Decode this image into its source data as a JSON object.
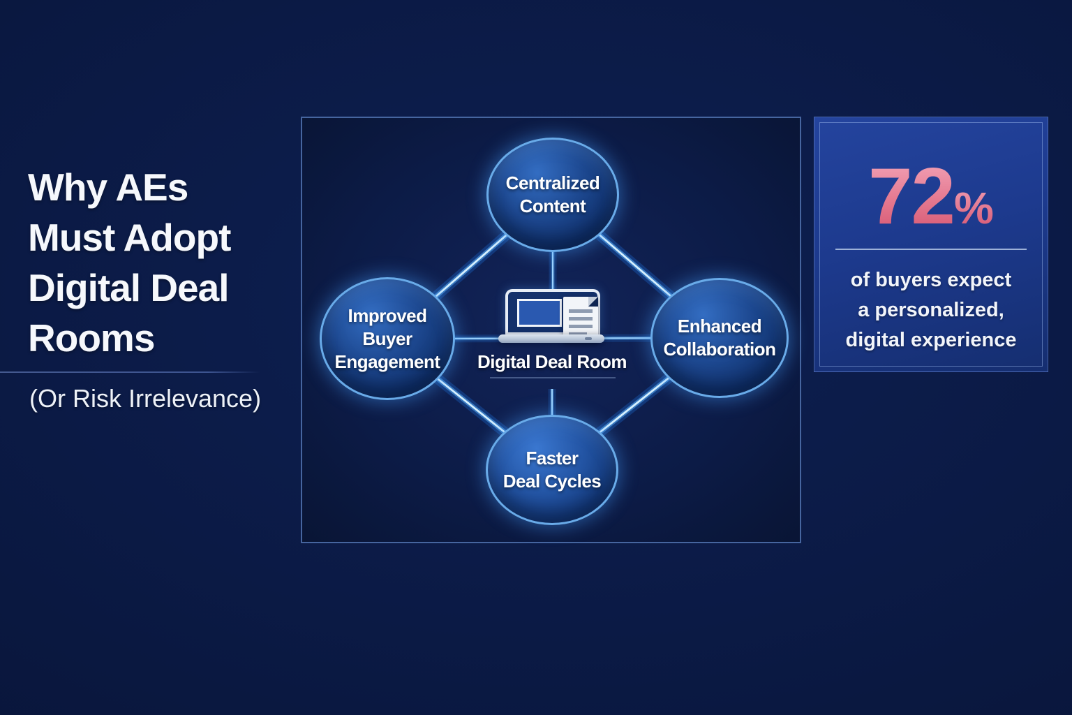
{
  "slide": {
    "title_lines": [
      "Why AEs",
      "Must Adopt",
      "Digital Deal",
      "Rooms"
    ],
    "subtitle": "(Or Risk Irrelevance)"
  },
  "diagram": {
    "center_label": "Digital Deal Room",
    "center_icon": "laptop-document-icon",
    "nodes": {
      "top": {
        "lines": [
          "Centralized",
          "Content"
        ]
      },
      "left": {
        "lines": [
          "Improved",
          "Buyer",
          "Engagement"
        ]
      },
      "right": {
        "lines": [
          "Enhanced",
          "Collaboration"
        ]
      },
      "bottom": {
        "lines": [
          "Faster",
          "Deal Cycles"
        ]
      }
    }
  },
  "stat": {
    "value": "72",
    "unit": "%",
    "lines": [
      "of buyers expect",
      "a personalized,",
      "digital experience"
    ]
  },
  "colors": {
    "background": "#0b1a45",
    "panel_border": "#46659f",
    "node_fill": "#1d4890",
    "node_ring": "#69abe9",
    "glow_line": "#aadcff",
    "stat_box_fill": "#1d3a8e",
    "stat_accent_top": "#f4a9bd",
    "stat_accent_bottom": "#d4526e"
  }
}
